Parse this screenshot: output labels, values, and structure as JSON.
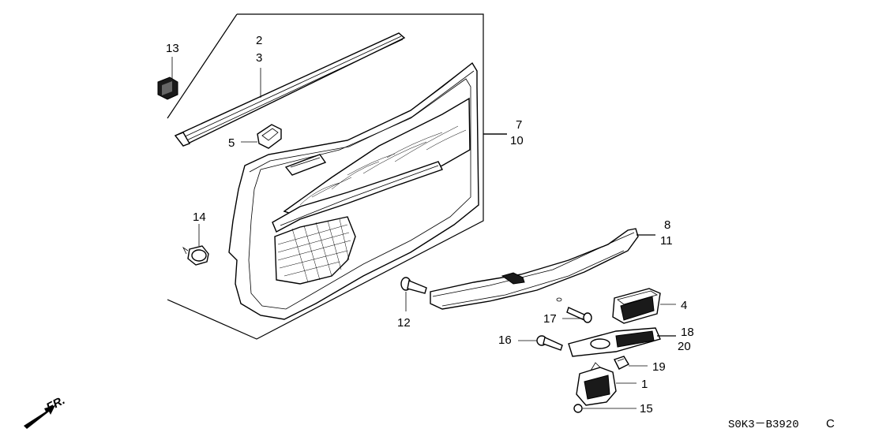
{
  "callouts": {
    "c1": "1",
    "c2": "2",
    "c3": "3",
    "c4": "4",
    "c5": "5",
    "c7": "7",
    "c8": "8",
    "c10": "10",
    "c11": "11",
    "c12": "12",
    "c13": "13",
    "c14": "14",
    "c15": "15",
    "c16": "16",
    "c17": "17",
    "c18": "18",
    "c19": "19",
    "c20": "20"
  },
  "diagram_code": "S0K3－B3920",
  "diagram_suffix": "C",
  "front_indicator": "FR.",
  "line_color": "#000000",
  "background_color": "#ffffff"
}
